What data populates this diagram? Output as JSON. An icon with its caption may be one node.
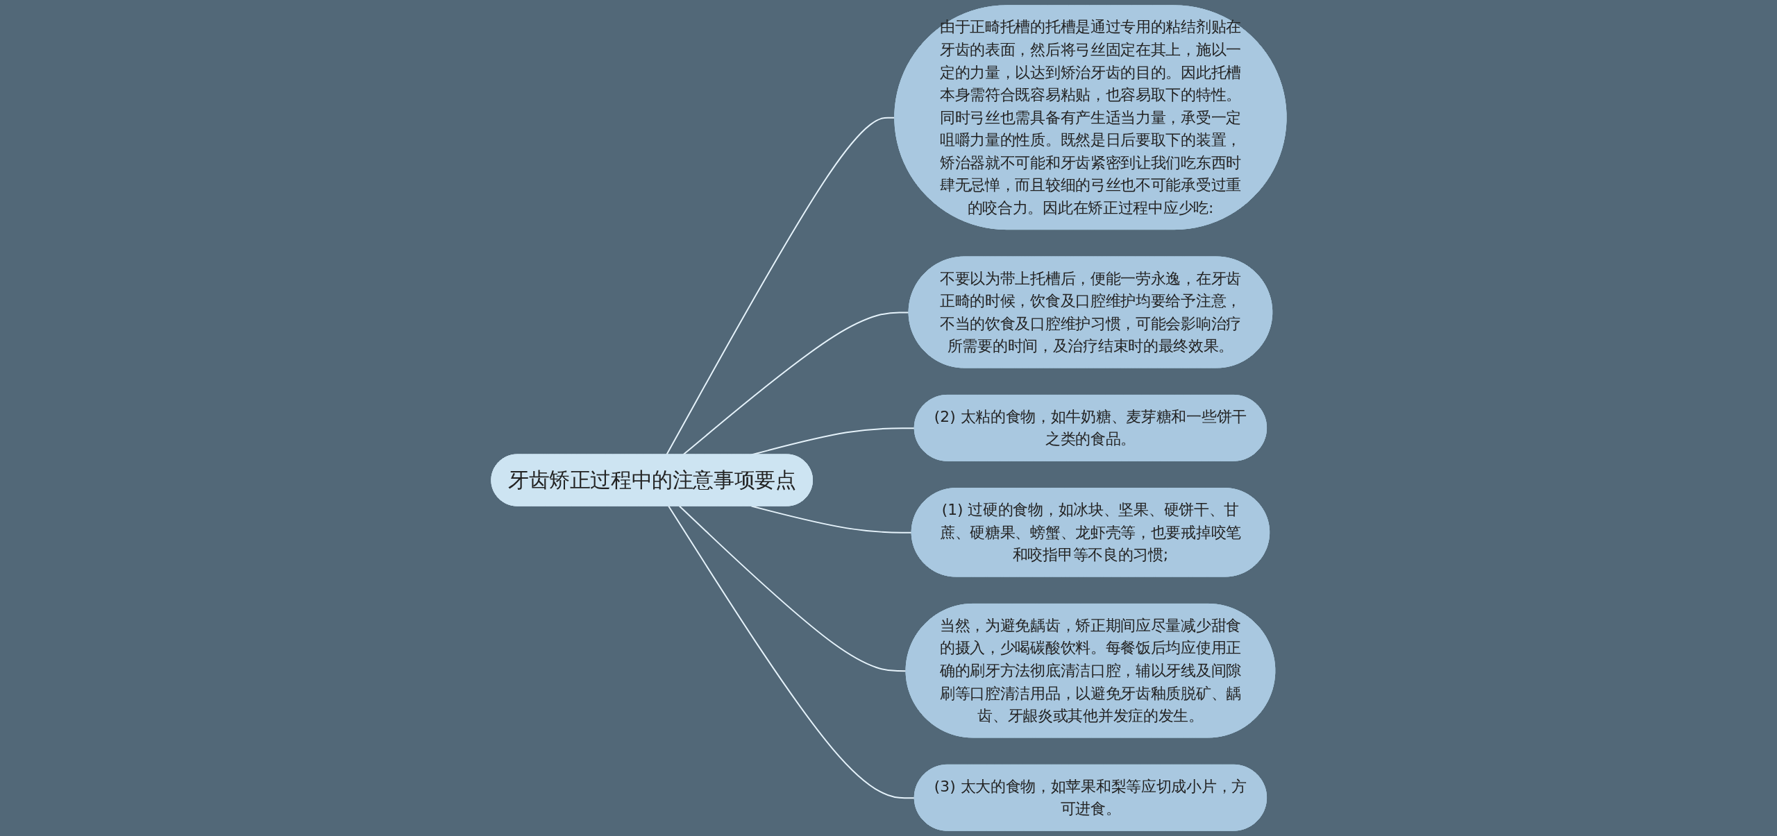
{
  "diagram": {
    "nodes": [
      {
        "text": [
          "牙齿矫正过程中的注意事项要点"
        ]
      },
      {
        "text": [
          "由于正畸托槽的托槽是通过专用的粘结剂贴在牙齿的表面，然后将弓丝固定在其上，施以一定的力量，以达到矫治牙齿的目的。因此托槽本身需符合既容易粘贴，也容易取下的特性。同时弓丝也需具备有产生适当力量，承受一定咀嚼力量的性质。既然是日后要取下的装置，矫治器就不可能和牙齿紧密到让我们吃东西时肆无忌惮，而且较细的弓丝也不可能承受过重的咬合力。因此在矫正过程中应少吃:"
        ]
      },
      {
        "text": [
          "不要以为带上托槽后，便能一劳永逸，在牙齿正畸的时候，饮食及口腔维护均要给予注意，不当的饮食及口腔维护习惯，可能会影响治疗所需要的时间，及治疗结束时的最终效果。"
        ]
      },
      {
        "text": [
          "(2) 太粘的食物，如牛奶糖、麦芽糖和一些饼干之类的食品。"
        ]
      },
      {
        "text": [
          "(1) 过硬的食物，如冰块、坚果、硬饼干、甘蔗、硬糖果、螃蟹、龙虾壳等，也要戒掉咬笔和咬指甲等不良的习惯;"
        ]
      },
      {
        "text": [
          "当然，为避免龋齿，矫正期间应尽量减少甜食的摄入，少喝碳酸饮料。每餐饭后均应使用正确的刷牙方法彻底清洁口腔，辅以牙线及间隙刷等口腔清洁用品，以避免牙齿釉质脱矿、龋齿、牙龈炎或其他并发症的发生。"
        ]
      },
      {
        "text": [
          "(3) 太大的食物，如苹果和梨等应切成小片，方可进食。"
        ]
      }
    ],
    "edges": [
      {
        "from": 0,
        "to": 1,
        "arrow": "none"
      },
      {
        "from": 0,
        "to": 2,
        "arrow": "none"
      },
      {
        "from": 0,
        "to": 3,
        "arrow": "none"
      },
      {
        "from": 0,
        "to": 4,
        "arrow": "none"
      },
      {
        "from": 0,
        "to": 5,
        "arrow": "none"
      },
      {
        "from": 0,
        "to": 6,
        "arrow": "none"
      }
    ]
  }
}
